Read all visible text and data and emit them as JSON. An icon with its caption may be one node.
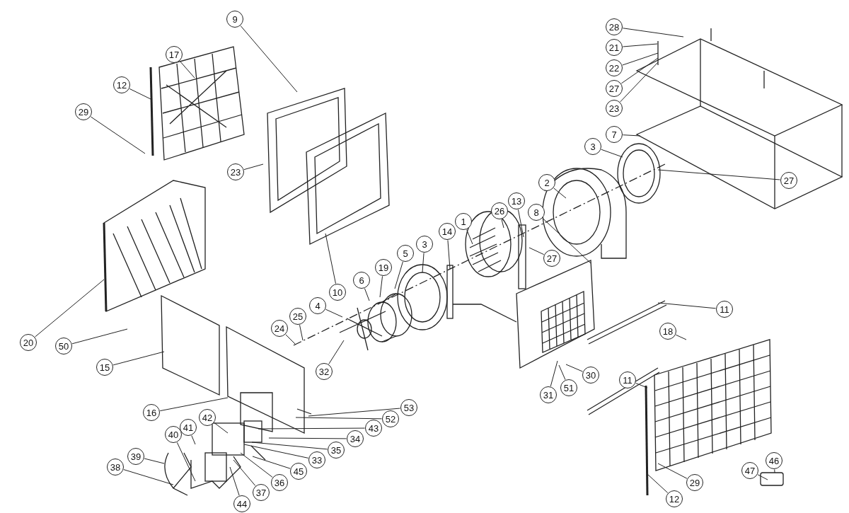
{
  "diagram": {
    "nodes": [
      {
        "text": [
          "28"
        ]
      },
      {
        "text": [
          "21"
        ]
      },
      {
        "text": [
          "22"
        ]
      },
      {
        "text": [
          "27"
        ]
      },
      {
        "text": [
          "23"
        ]
      },
      {
        "text": [
          "9"
        ]
      },
      {
        "text": [
          "17"
        ]
      },
      {
        "text": [
          "12"
        ]
      },
      {
        "text": [
          "29"
        ]
      },
      {
        "text": [
          "23"
        ]
      },
      {
        "text": [
          "7"
        ]
      },
      {
        "text": [
          "3"
        ]
      },
      {
        "text": [
          "2"
        ]
      },
      {
        "text": [
          "27"
        ]
      },
      {
        "text": [
          "26"
        ]
      },
      {
        "text": [
          "13"
        ]
      },
      {
        "text": [
          "8"
        ]
      },
      {
        "text": [
          "14"
        ]
      },
      {
        "text": [
          "1"
        ]
      },
      {
        "text": [
          "27"
        ]
      },
      {
        "text": [
          "3"
        ]
      },
      {
        "text": [
          "5"
        ]
      },
      {
        "text": [
          "19"
        ]
      },
      {
        "text": [
          "6"
        ]
      },
      {
        "text": [
          "10"
        ]
      },
      {
        "text": [
          "4"
        ]
      },
      {
        "text": [
          "25"
        ]
      },
      {
        "text": [
          "24"
        ]
      },
      {
        "text": [
          "11"
        ]
      },
      {
        "text": [
          "20"
        ]
      },
      {
        "text": [
          "50"
        ]
      },
      {
        "text": [
          "15"
        ]
      },
      {
        "text": [
          "32"
        ]
      },
      {
        "text": [
          "18"
        ]
      },
      {
        "text": [
          "30"
        ]
      },
      {
        "text": [
          "51"
        ]
      },
      {
        "text": [
          "31"
        ]
      },
      {
        "text": [
          "11"
        ]
      },
      {
        "text": [
          "16"
        ]
      },
      {
        "text": [
          "53"
        ]
      },
      {
        "text": [
          "52"
        ]
      },
      {
        "text": [
          "43"
        ]
      },
      {
        "text": [
          "41"
        ]
      },
      {
        "text": [
          "42"
        ]
      },
      {
        "text": [
          "35"
        ]
      },
      {
        "text": [
          "34"
        ]
      },
      {
        "text": [
          "40"
        ]
      },
      {
        "text": [
          "33"
        ]
      },
      {
        "text": [
          "39"
        ]
      },
      {
        "text": [
          "38"
        ]
      },
      {
        "text": [
          "45"
        ]
      },
      {
        "text": [
          "36"
        ]
      },
      {
        "text": [
          "37"
        ]
      },
      {
        "text": [
          "44"
        ]
      },
      {
        "text": [
          "29"
        ]
      },
      {
        "text": [
          "12"
        ]
      },
      {
        "text": [
          "47"
        ]
      },
      {
        "text": [
          "46"
        ]
      }
    ],
    "edges": [
      {
        "from": 0,
        "to": null,
        "arrow": "none"
      },
      {
        "from": 1,
        "to": null,
        "arrow": "none"
      },
      {
        "from": 2,
        "to": null,
        "arrow": "none"
      },
      {
        "from": 3,
        "to": null,
        "arrow": "none"
      },
      {
        "from": 4,
        "to": null,
        "arrow": "none"
      },
      {
        "from": 5,
        "to": null,
        "arrow": "none"
      },
      {
        "from": 6,
        "to": null,
        "arrow": "none"
      },
      {
        "from": 7,
        "to": null,
        "arrow": "none"
      },
      {
        "from": 8,
        "to": null,
        "arrow": "none"
      },
      {
        "from": 9,
        "to": null,
        "arrow": "none"
      },
      {
        "from": 10,
        "to": null,
        "arrow": "none"
      },
      {
        "from": 11,
        "to": null,
        "arrow": "none"
      },
      {
        "from": 12,
        "to": null,
        "arrow": "none"
      },
      {
        "from": 13,
        "to": null,
        "arrow": "none"
      },
      {
        "from": 14,
        "to": null,
        "arrow": "none"
      },
      {
        "from": 15,
        "to": null,
        "arrow": "none"
      },
      {
        "from": 16,
        "to": null,
        "arrow": "none"
      },
      {
        "from": 17,
        "to": null,
        "arrow": "none"
      },
      {
        "from": 18,
        "to": null,
        "arrow": "none"
      },
      {
        "from": 19,
        "to": null,
        "arrow": "none"
      },
      {
        "from": 20,
        "to": null,
        "arrow": "none"
      },
      {
        "from": 21,
        "to": null,
        "arrow": "none"
      },
      {
        "from": 22,
        "to": null,
        "arrow": "none"
      },
      {
        "from": 23,
        "to": null,
        "arrow": "none"
      },
      {
        "from": 24,
        "to": null,
        "arrow": "none"
      },
      {
        "from": 25,
        "to": null,
        "arrow": "none"
      },
      {
        "from": 26,
        "to": null,
        "arrow": "none"
      },
      {
        "from": 27,
        "to": null,
        "arrow": "none"
      },
      {
        "from": 28,
        "to": null,
        "arrow": "none"
      },
      {
        "from": 29,
        "to": null,
        "arrow": "none"
      },
      {
        "from": 30,
        "to": null,
        "arrow": "none"
      },
      {
        "from": 31,
        "to": null,
        "arrow": "none"
      },
      {
        "from": 32,
        "to": null,
        "arrow": "none"
      },
      {
        "from": 33,
        "to": null,
        "arrow": "none"
      },
      {
        "from": 34,
        "to": null,
        "arrow": "none"
      },
      {
        "from": 35,
        "to": null,
        "arrow": "none"
      },
      {
        "from": 36,
        "to": null,
        "arrow": "none"
      },
      {
        "from": 37,
        "to": null,
        "arrow": "none"
      },
      {
        "from": 38,
        "to": null,
        "arrow": "none"
      },
      {
        "from": 39,
        "to": null,
        "arrow": "none"
      },
      {
        "from": 40,
        "to": null,
        "arrow": "none"
      },
      {
        "from": 41,
        "to": null,
        "arrow": "none"
      },
      {
        "from": 42,
        "to": null,
        "arrow": "none"
      },
      {
        "from": 43,
        "to": null,
        "arrow": "none"
      },
      {
        "from": 44,
        "to": null,
        "arrow": "none"
      },
      {
        "from": 45,
        "to": null,
        "arrow": "none"
      },
      {
        "from": 46,
        "to": null,
        "arrow": "none"
      },
      {
        "from": 47,
        "to": null,
        "arrow": "none"
      },
      {
        "from": 48,
        "to": null,
        "arrow": "none"
      },
      {
        "from": 49,
        "to": null,
        "arrow": "none"
      },
      {
        "from": 50,
        "to": null,
        "arrow": "none"
      },
      {
        "from": 51,
        "to": null,
        "arrow": "none"
      },
      {
        "from": 52,
        "to": null,
        "arrow": "none"
      },
      {
        "from": 53,
        "to": null,
        "arrow": "none"
      },
      {
        "from": 54,
        "to": null,
        "arrow": "none"
      },
      {
        "from": 55,
        "to": null,
        "arrow": "none"
      },
      {
        "from": 56,
        "to": null,
        "arrow": "none"
      },
      {
        "from": 57,
        "to": null,
        "arrow": "none"
      }
    ]
  }
}
